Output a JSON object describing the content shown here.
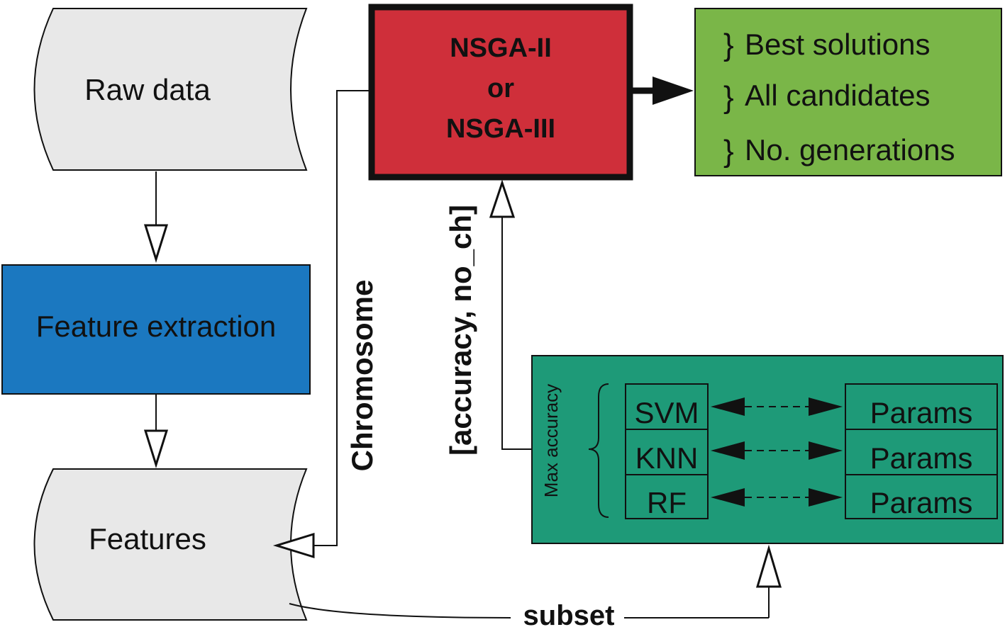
{
  "nodes": {
    "raw_data": "Raw data",
    "feature_extraction": "Feature extraction",
    "features": "Features",
    "nsga": [
      "NSGA-II",
      "or",
      "NSGA-III"
    ],
    "outputs": [
      "Best solutions",
      "All candidates",
      "No. generations"
    ],
    "classifier_group_label": "Max accuracy",
    "classifiers": [
      "SVM",
      "KNN",
      "RF"
    ],
    "params": [
      "Params",
      "Params",
      "Params"
    ]
  },
  "edges": {
    "chromosome": "Chromosome",
    "fitness": "[accuracy, no_ch]",
    "subset": "subset"
  },
  "colors": {
    "raw_data_fill": "#e8e8e8",
    "feature_extraction_fill": "#1b78c0",
    "nsga_fill": "#cf2f3a",
    "outputs_fill": "#7ab648",
    "classifier_panel_fill": "#1e9a78",
    "stroke": "#111111"
  }
}
